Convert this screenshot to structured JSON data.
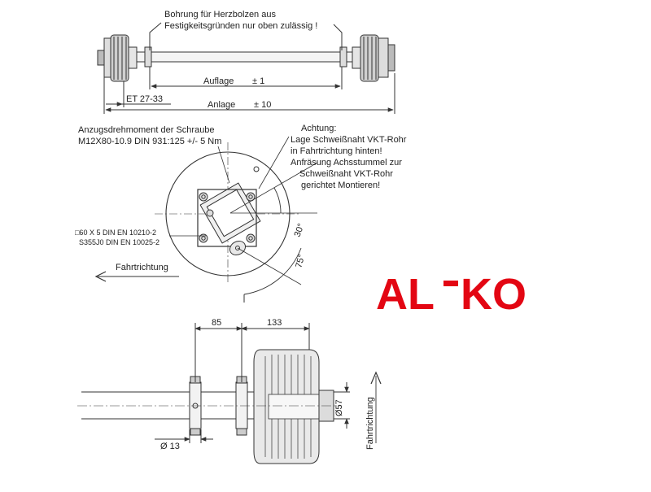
{
  "top": {
    "note_line1": "Bohrung für Herzbolzen aus",
    "note_line2": "Festigkeitsgründen nur oben zulässig !",
    "auflage_label": "Auflage",
    "auflage_tol": "±  1",
    "et_label": "ET 27-33",
    "anlage_label": "Anlage",
    "anlage_tol": "±  10"
  },
  "middle": {
    "torque_line1": "Anzugsdrehmoment der Schraube",
    "torque_line2": "M12X80-10.9 DIN 931:125 +/- 5 Nm",
    "warn_line1": "Achtung:",
    "warn_line2": "Lage Schweißnaht VKT-Rohr",
    "warn_line3": "in Fahrtrichtung hinten!",
    "warn_line4": "Anfräsung Achsstummel zur",
    "warn_line5": "Schweißnaht VKT-Rohr",
    "warn_line6": "gerichtet Montieren!",
    "tube_line1": "□60 X 5 DIN EN 10210-2",
    "tube_line2": "S355J0 DIN EN 10025-2",
    "direction": "Fahrtrichtung",
    "angle_30": "30°",
    "angle_75": "75°"
  },
  "bottom": {
    "dim_85": "85",
    "dim_133": "133",
    "dim_57": "Ø57",
    "dim_13": "Ø 13",
    "direction": "Fahrtrichtung"
  },
  "logo": {
    "part1": "AL",
    "part2": "KO",
    "color": "#e30613"
  }
}
